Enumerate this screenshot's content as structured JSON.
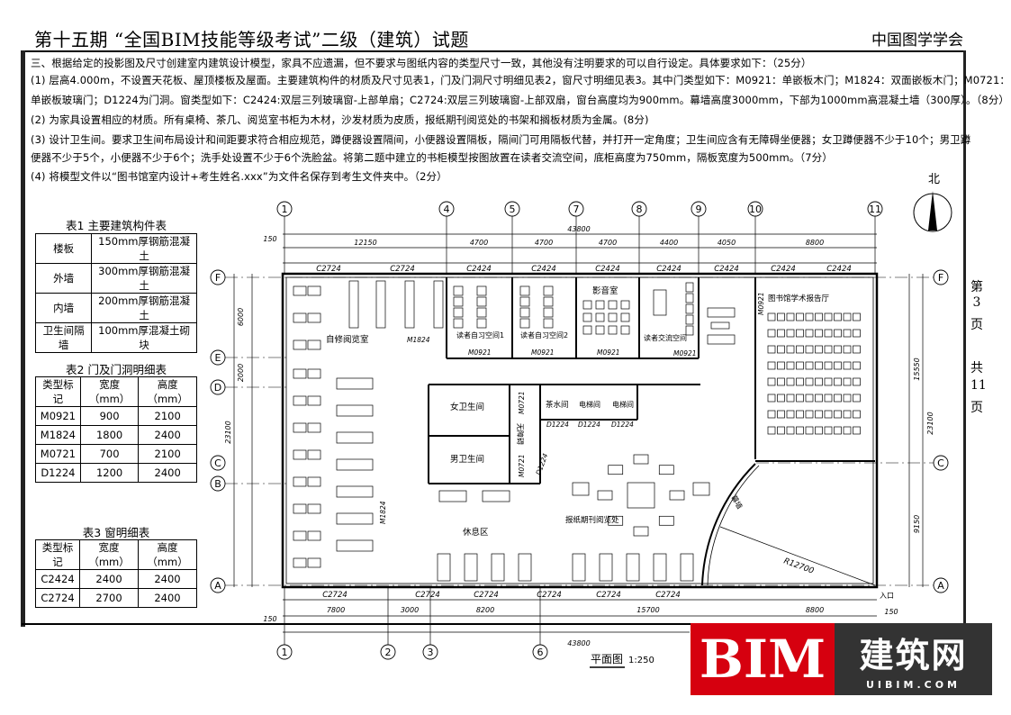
{
  "header": {
    "title": "第十五期 “全国BIM技能等级考试”二级（建筑）试题",
    "org": "中国图学学会"
  },
  "requirements": [
    "三、根据给定的投影图及尺寸创建室内建筑设计模型，家具不应遗漏，但不要求与图纸内容的类型尺寸一致，其他没有注明要求的可以自行设定。具体要求如下：（25分）",
    "(1) 层高4.000m，不设置天花板、屋顶楼板及屋面。主要建筑构件的材质及尺寸见表1，门及门洞尺寸明细见表2，窗尺寸明细见表3。其中门类型如下：M0921：单嵌板木门；M1824：双面嵌板木门；M0721：",
    "单嵌板玻璃门；D1224为门洞。窗类型如下：C2424:双层三列玻璃窗-上部单扇；C2724:双层三列玻璃窗-上部双扇，窗台高度均为900mm。幕墙高度3000mm，下部为1000mm高混凝土墙（300厚）。（8分）",
    "(2) 为家具设置相应的材质。所有桌椅、茶几、阅览室书柜为木材，沙发材质为皮质，报纸期刊阅览处的书架和搁板材质为金属。(8分)",
    "(3) 设计卫生间。要求卫生间布局设计和间距要求符合相应规范，蹲便器设置隔间，小便器设置隔板，隔间门可用隔板代替，并打开一定角度；卫生间应含有无障碍坐便器；女卫蹲便器不少于10个；男卫蹲",
    "便器不少于5个，小便器不少于6个；洗手处设置不少于6个洗脸盆。将第二题中建立的书柜模型按图放置在读者交流空间，底柜高度为750mm，隔板宽度为500mm。（7分）",
    "(4) 将模型文件以“图书馆室内设计+考生姓名.xxx”为文件名保存到考生文件夹中。（2分）"
  ],
  "table1": {
    "caption": "表1  主要建筑构件表",
    "rows": [
      [
        "楼板",
        "150mm厚钢筋混凝土"
      ],
      [
        "外墙",
        "300mm厚钢筋混凝土"
      ],
      [
        "内墙",
        "200mm厚钢筋混凝土"
      ],
      [
        "卫生间隔墙",
        "100mm厚混凝土砌块"
      ]
    ]
  },
  "table2": {
    "caption": "表2  门及门洞明细表",
    "headers": [
      "类型标记",
      "宽度（mm）",
      "高度（mm）"
    ],
    "rows": [
      [
        "M0921",
        "900",
        "2100"
      ],
      [
        "M1824",
        "1800",
        "2400"
      ],
      [
        "M0721",
        "700",
        "2100"
      ],
      [
        "D1224",
        "1200",
        "2400"
      ]
    ]
  },
  "table3": {
    "caption": "表3  窗明细表",
    "headers": [
      "类型标记",
      "宽度（mm）",
      "高度（mm）"
    ],
    "rows": [
      [
        "C2424",
        "2400",
        "2400"
      ],
      [
        "C2724",
        "2700",
        "2400"
      ]
    ]
  },
  "page_indicator": {
    "chars": [
      "第",
      "3",
      "页",
      "共",
      "11",
      "页"
    ]
  },
  "plan": {
    "north": "北",
    "caption": "平面图",
    "scale": "1:250",
    "grid_top": [
      "1",
      "4",
      "5",
      "7",
      "8",
      "9",
      "10",
      "11"
    ],
    "grid_bottom": [
      "1",
      "2",
      "3",
      "6"
    ],
    "grid_left": [
      "F",
      "E",
      "D",
      "C",
      "B",
      "A"
    ],
    "grid_right": [
      "F",
      "C",
      "A"
    ],
    "dim_total": "43800",
    "dim_top_axis": [
      "12150",
      "4700",
      "4700",
      "4700",
      "4400",
      "4050",
      "8800"
    ],
    "dim_bottom_axis": [
      "7800",
      "3000",
      "8200",
      "15700",
      "8800"
    ],
    "dim_right": [
      "15550",
      "23100",
      "9150"
    ],
    "dim_left": [
      "6000",
      "2000",
      "23100"
    ],
    "edge": "150",
    "windows_top": [
      "C2724",
      "C2724",
      "C2424",
      "C2424",
      "C2424",
      "C2424",
      "C2424",
      "C2424",
      "C2424"
    ],
    "windows_bottom": [
      "C2724",
      "C2724",
      "C2724",
      "C2724",
      "C2724",
      "C2724"
    ],
    "rooms": {
      "reading": "自修阅览室",
      "study1": "读者自习空间1",
      "study2": "读者自习空间2",
      "av": "影音室",
      "exchange": "读者交流空间",
      "hall": "图书馆学术报告厅",
      "women": "女卫生间",
      "men": "男卫生间",
      "accessible": "无障碍",
      "tea": "茶水间",
      "elev1": "电梯间",
      "elev2": "电梯间",
      "rest": "休息区",
      "periodicals": "报纸期刊阅览处",
      "curtain": "幕墙",
      "entrance": "入口"
    },
    "doors": {
      "m1824a": "M1824",
      "m1824b": "M1824",
      "m0921a": "M0921",
      "m0921b": "M0921",
      "m0921c": "M0921",
      "m0921d": "M0921",
      "m0921e": "M0921",
      "m0721a": "M0721",
      "m0721b": "M0721",
      "d1224a": "D1224",
      "d1224b": "D1224",
      "d1224c": "D1224",
      "d1224d": "D1224"
    },
    "radius": "R12700"
  },
  "logo": {
    "text": "BIM",
    "cn": "建筑网",
    "url": "UIBIM.COM"
  }
}
